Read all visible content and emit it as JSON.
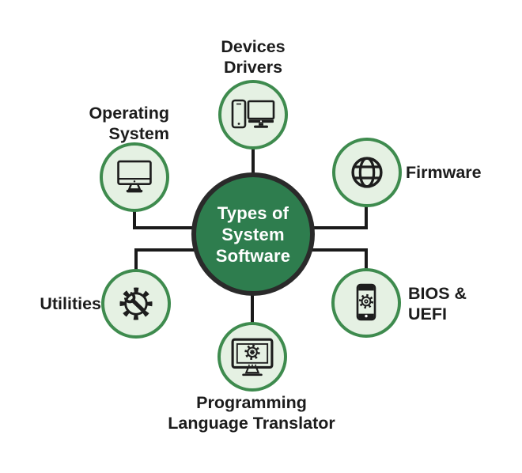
{
  "title": "Types of System Software",
  "center": {
    "lines": [
      "Types of",
      "System",
      "Software"
    ]
  },
  "nodes": [
    {
      "id": "devices-drivers",
      "icon": "phone-and-monitor-icon",
      "label_lines": [
        "Devices",
        "Drivers"
      ]
    },
    {
      "id": "operating-system",
      "icon": "desktop-monitor-icon",
      "label_lines": [
        "Operating",
        "System"
      ]
    },
    {
      "id": "firmware",
      "icon": "globe-icon",
      "label_lines": [
        "Firmware"
      ]
    },
    {
      "id": "utilities",
      "icon": "gear-wrench-icon",
      "label_lines": [
        "Utilities"
      ]
    },
    {
      "id": "bios-uefi",
      "icon": "smartphone-gear-icon",
      "label_lines": [
        "BIOS &",
        "UEFI"
      ]
    },
    {
      "id": "programming-language-translator",
      "icon": "monitor-gear-icon",
      "label_lines": [
        "Programming",
        "Language Translator"
      ]
    }
  ],
  "colors": {
    "center_fill": "#2e7d4e",
    "center_stroke": "#2a2a2a",
    "node_fill": "#e5f1e3",
    "node_stroke": "#3e8b4e",
    "connector": "#1a1a1a",
    "label_text": "#1c1c1c",
    "center_text": "#ffffff",
    "icon_stroke": "#1d1d1d",
    "background": "#ffffff"
  }
}
